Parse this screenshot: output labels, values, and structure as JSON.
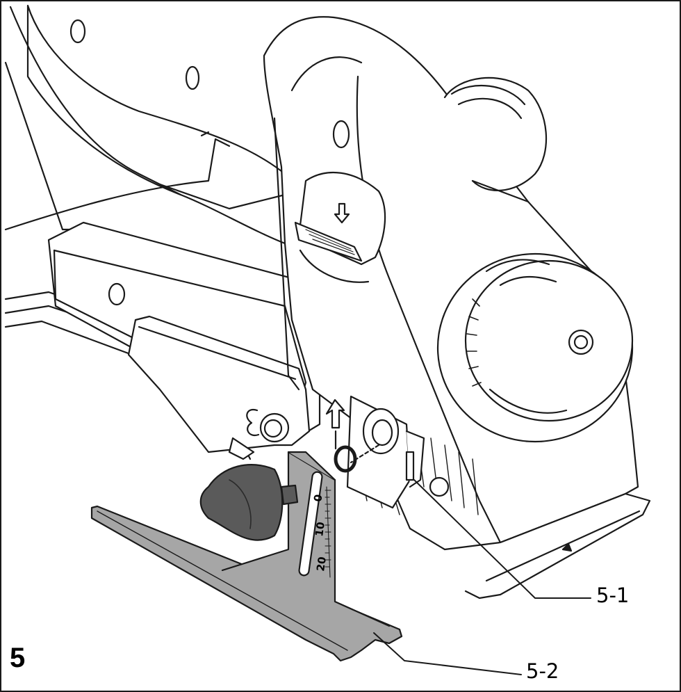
{
  "figure": {
    "number": "5",
    "callouts": [
      {
        "id": "5-1",
        "label": "5-1"
      },
      {
        "id": "5-2",
        "label": "5-2"
      }
    ],
    "scale_marks": [
      "0",
      "10",
      "20"
    ],
    "colors": {
      "outline": "#1a1a1a",
      "body_fill": "#ffffff",
      "guide_fill": "#a6a6a6",
      "knob_fill": "#5a5a5a",
      "shadow_fill": "#e9e9e9"
    }
  }
}
